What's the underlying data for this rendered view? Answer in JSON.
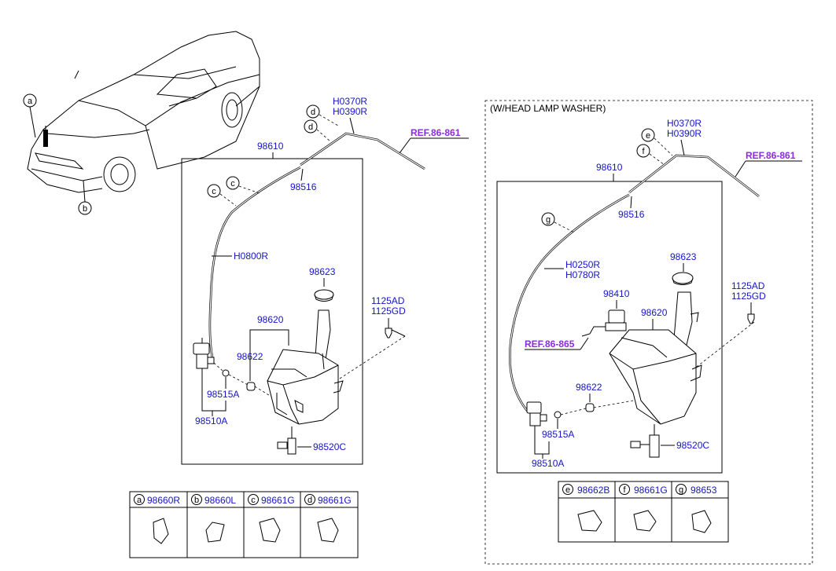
{
  "left_panel": {
    "labels": {
      "p98610": "98610",
      "h0370r": "H0370R",
      "h0390r": "H0390R",
      "ref86861": "REF.86-861",
      "p98516": "98516",
      "h0800r": "H0800R",
      "p98623": "98623",
      "p98620": "98620",
      "p98622": "98622",
      "p1125ad": "1125AD",
      "p1125gd": "1125GD",
      "p98515a": "98515A",
      "p98510a": "98510A",
      "p98520c": "98520C"
    },
    "callouts": {
      "a": "a",
      "b": "b",
      "c": "c",
      "d": "d"
    },
    "legend": [
      {
        "letter": "a",
        "part": "98660R"
      },
      {
        "letter": "b",
        "part": "98660L"
      },
      {
        "letter": "c",
        "part": "98661G"
      },
      {
        "letter": "d",
        "part": "98661G"
      }
    ]
  },
  "right_panel": {
    "title": "(W/HEAD LAMP WASHER)",
    "labels": {
      "h0370r": "H0370R",
      "h0390r": "H0390R",
      "ref86861": "REF.86-861",
      "p98610": "98610",
      "p98516": "98516",
      "h0250r": "H0250R",
      "h0780r": "H0780R",
      "p98623": "98623",
      "p1125ad": "1125AD",
      "p1125gd": "1125GD",
      "p98410": "98410",
      "p98620": "98620",
      "ref86865": "REF.86-865",
      "p98622": "98622",
      "p98515a": "98515A",
      "p98510a": "98510A",
      "p98520c": "98520C"
    },
    "callouts": {
      "e": "e",
      "f": "f",
      "g": "g"
    },
    "legend": [
      {
        "letter": "e",
        "part": "98662B"
      },
      {
        "letter": "f",
        "part": "98661G"
      },
      {
        "letter": "g",
        "part": "98653"
      }
    ]
  },
  "colors": {
    "part_number": "#1414c8",
    "reference": "#8a2be2",
    "line": "#000000"
  }
}
